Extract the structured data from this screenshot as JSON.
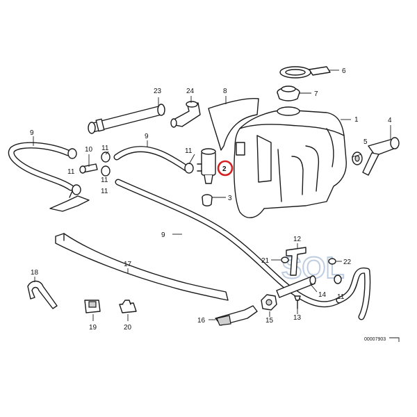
{
  "diagram": {
    "callouts": [
      {
        "id": "c1",
        "text": "1"
      },
      {
        "id": "c2",
        "text": "2"
      },
      {
        "id": "c3",
        "text": "3"
      },
      {
        "id": "c4",
        "text": "4"
      },
      {
        "id": "c5",
        "text": "5"
      },
      {
        "id": "c6",
        "text": "6"
      },
      {
        "id": "c7",
        "text": "7"
      },
      {
        "id": "c8",
        "text": "8"
      },
      {
        "id": "c9a",
        "text": "9"
      },
      {
        "id": "c9b",
        "text": "9"
      },
      {
        "id": "c9c",
        "text": "9"
      },
      {
        "id": "c10",
        "text": "10"
      },
      {
        "id": "c11a",
        "text": "11"
      },
      {
        "id": "c11b",
        "text": "11"
      },
      {
        "id": "c11c",
        "text": "11"
      },
      {
        "id": "c11d",
        "text": "11"
      },
      {
        "id": "c11e",
        "text": "11"
      },
      {
        "id": "c11f",
        "text": "11"
      },
      {
        "id": "c12",
        "text": "12"
      },
      {
        "id": "c13",
        "text": "13"
      },
      {
        "id": "c14",
        "text": "14"
      },
      {
        "id": "c15",
        "text": "15"
      },
      {
        "id": "c16",
        "text": "16"
      },
      {
        "id": "c17",
        "text": "17"
      },
      {
        "id": "c18",
        "text": "18"
      },
      {
        "id": "c19",
        "text": "19"
      },
      {
        "id": "c20",
        "text": "20"
      },
      {
        "id": "c21",
        "text": "21"
      },
      {
        "id": "c22",
        "text": "22"
      },
      {
        "id": "c23",
        "text": "23"
      },
      {
        "id": "c24",
        "text": "24"
      }
    ],
    "highlight_color": "#d42020",
    "diagram_code": "00007903"
  },
  "watermark": {
    "text": "SOL",
    "color": "#a8bcd6"
  }
}
